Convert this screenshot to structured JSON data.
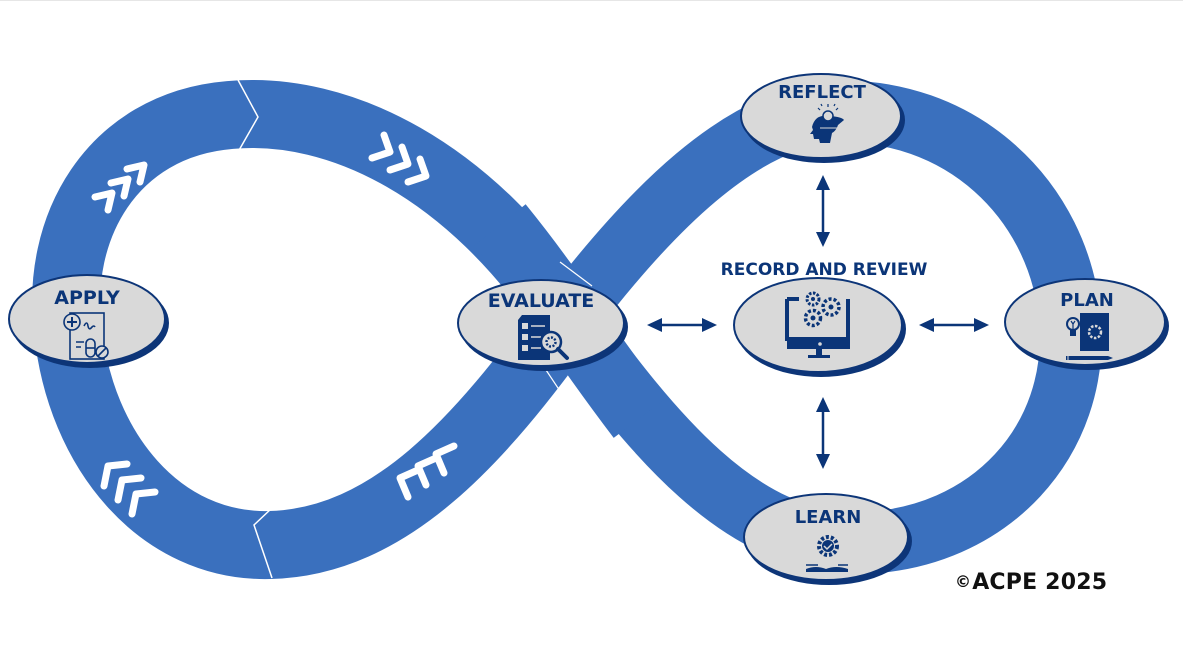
{
  "colors": {
    "band": "#3a70be",
    "node_fill": "#d9d9d9",
    "node_border": "#0b3578",
    "label": "#0b3578",
    "arrow": "#0b3578",
    "chevron": "#ffffff"
  },
  "nodes": {
    "apply": {
      "label": "APPLY",
      "icon": "prescription-icon"
    },
    "evaluate": {
      "label": "EVALUATE",
      "icon": "checklist-magnifier-icon"
    },
    "reflect": {
      "label": "REFLECT",
      "icon": "head-lightbulb-icon"
    },
    "plan": {
      "label": "PLAN",
      "icon": "lightbulb-document-gear-icon"
    },
    "learn": {
      "label": "LEARN",
      "icon": "gear-book-icon"
    },
    "record": {
      "label": "RECORD AND REVIEW",
      "icon": "monitor-gears-icon"
    }
  },
  "arrows": [
    {
      "between": [
        "record",
        "reflect"
      ],
      "type": "bidirectional"
    },
    {
      "between": [
        "record",
        "learn"
      ],
      "type": "bidirectional"
    },
    {
      "between": [
        "record",
        "evaluate"
      ],
      "type": "bidirectional"
    },
    {
      "between": [
        "record",
        "plan"
      ],
      "type": "bidirectional"
    }
  ],
  "flow_direction_chevrons": [
    "up-right",
    "down-right",
    "down-left",
    "up-left"
  ],
  "copyright": {
    "symbol": "©",
    "text": "ACPE 2025"
  }
}
